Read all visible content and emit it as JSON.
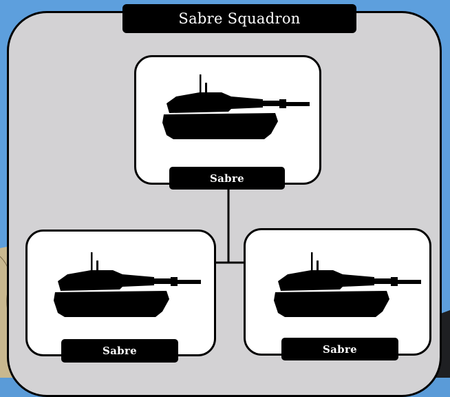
{
  "diagram": {
    "title": "Sabre Squadron",
    "top_unit": {
      "label": "Sabre",
      "icon": "tank-silhouette-icon"
    },
    "sub_units": [
      {
        "label": "Sabre",
        "icon": "tank-silhouette-icon"
      },
      {
        "label": "Sabre",
        "icon": "tank-silhouette-icon"
      }
    ]
  },
  "colors": {
    "sky": "#5d9fdd",
    "panel": "#d3d2d4",
    "card": "#ffffff",
    "label_bg": "#000000",
    "label_text": "#ffffff"
  }
}
